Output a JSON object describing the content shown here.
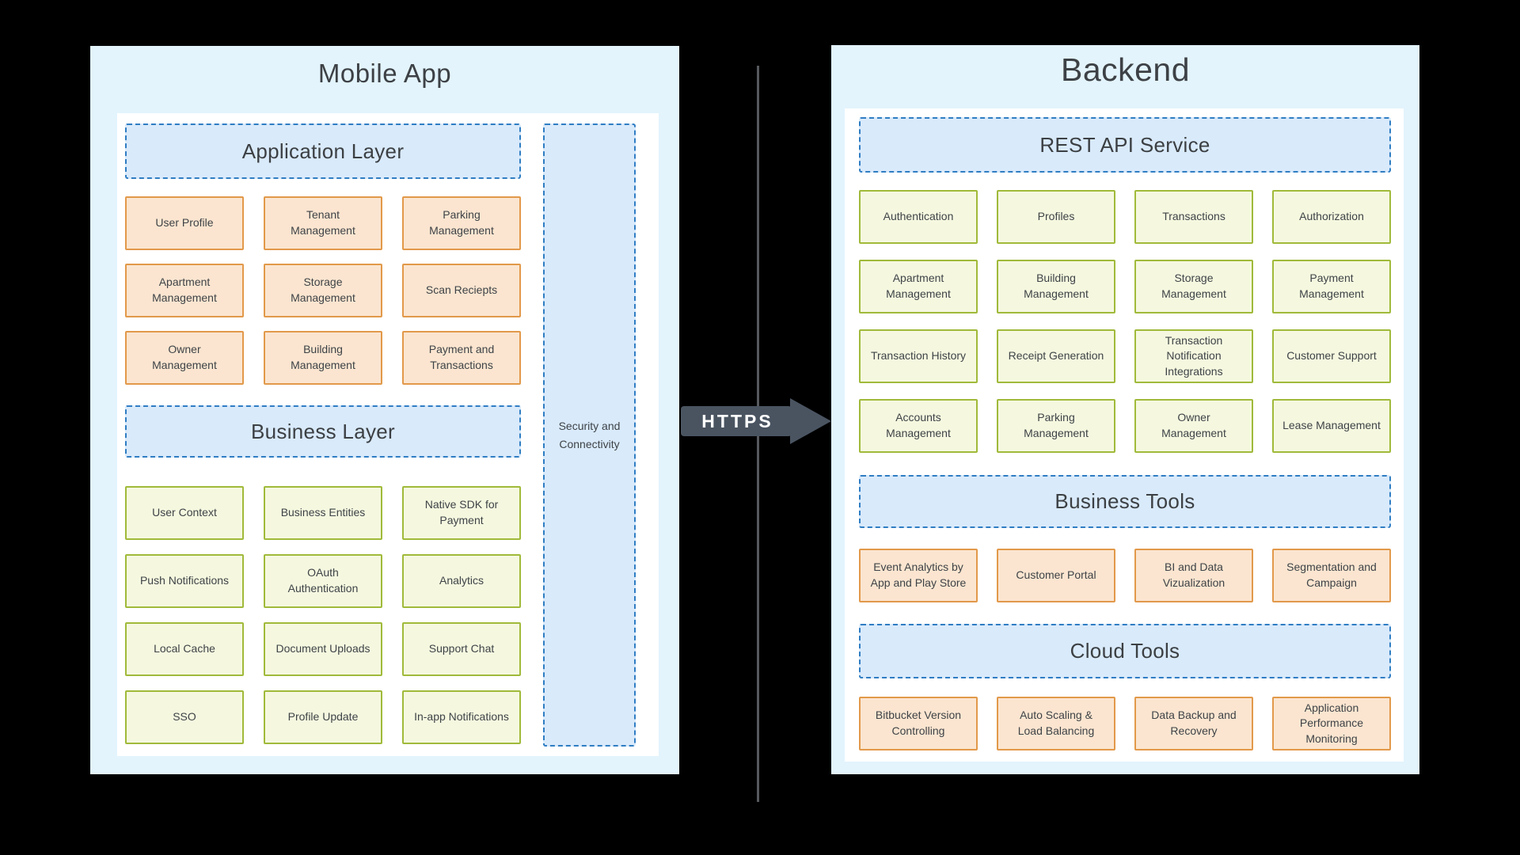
{
  "mobile": {
    "title": "Mobile App",
    "application_layer_label": "Application Layer",
    "business_layer_label": "Business Layer",
    "security_label": "Security and Connectivity",
    "app_boxes": [
      "User Profile",
      "Tenant Management",
      "Parking Management",
      "Apartment Management",
      "Storage Management",
      "Scan Reciepts",
      "Owner Management",
      "Building Management",
      "Payment and Transactions"
    ],
    "business_boxes": [
      "User Context",
      "Business Entities",
      "Native SDK for Payment",
      "Push Notifications",
      "OAuth Authentication",
      "Analytics",
      "Local Cache",
      "Document Uploads",
      "Support Chat",
      "SSO",
      "Profile Update",
      "In-app Notifications"
    ]
  },
  "connection": {
    "label": "HTTPS"
  },
  "backend": {
    "title": "Backend",
    "rest_api_label": "REST API Service",
    "business_tools_label": "Business Tools",
    "cloud_tools_label": "Cloud Tools",
    "rest_boxes": [
      "Authentication",
      "Profiles",
      "Transactions",
      "Authorization",
      "Apartment Management",
      "Building Management",
      "Storage Management",
      "Payment Management",
      "Transaction History",
      "Receipt Generation",
      "Transaction Notification Integrations",
      "Customer Support",
      "Accounts Management",
      "Parking Management",
      "Owner Management",
      "Lease Management"
    ],
    "business_tool_boxes": [
      "Event Analytics by App and Play Store",
      "Customer Portal",
      "BI and Data Vizualization",
      "Segmentation and Campaign"
    ],
    "cloud_tool_boxes": [
      "Bitbucket Version Controlling",
      "Auto Scaling & Load Balancing",
      "Data Backup and Recovery",
      "Application Performance Monitoring"
    ]
  },
  "colors": {
    "canvas_bg": "#000000",
    "panel_bg": "#e3f4fd",
    "panel_inner_bg": "#ffffff",
    "header_fill": "#d9eafb",
    "header_border": "#2f7dc3",
    "orange_fill": "#fbe5d0",
    "orange_border": "#e2994a",
    "green_fill": "#f5f8df",
    "green_border": "#a0ba3a",
    "text": "#3e4347",
    "arrow_fill": "#4a5461",
    "arrow_text": "#ffffff",
    "divider": "#56595d"
  }
}
